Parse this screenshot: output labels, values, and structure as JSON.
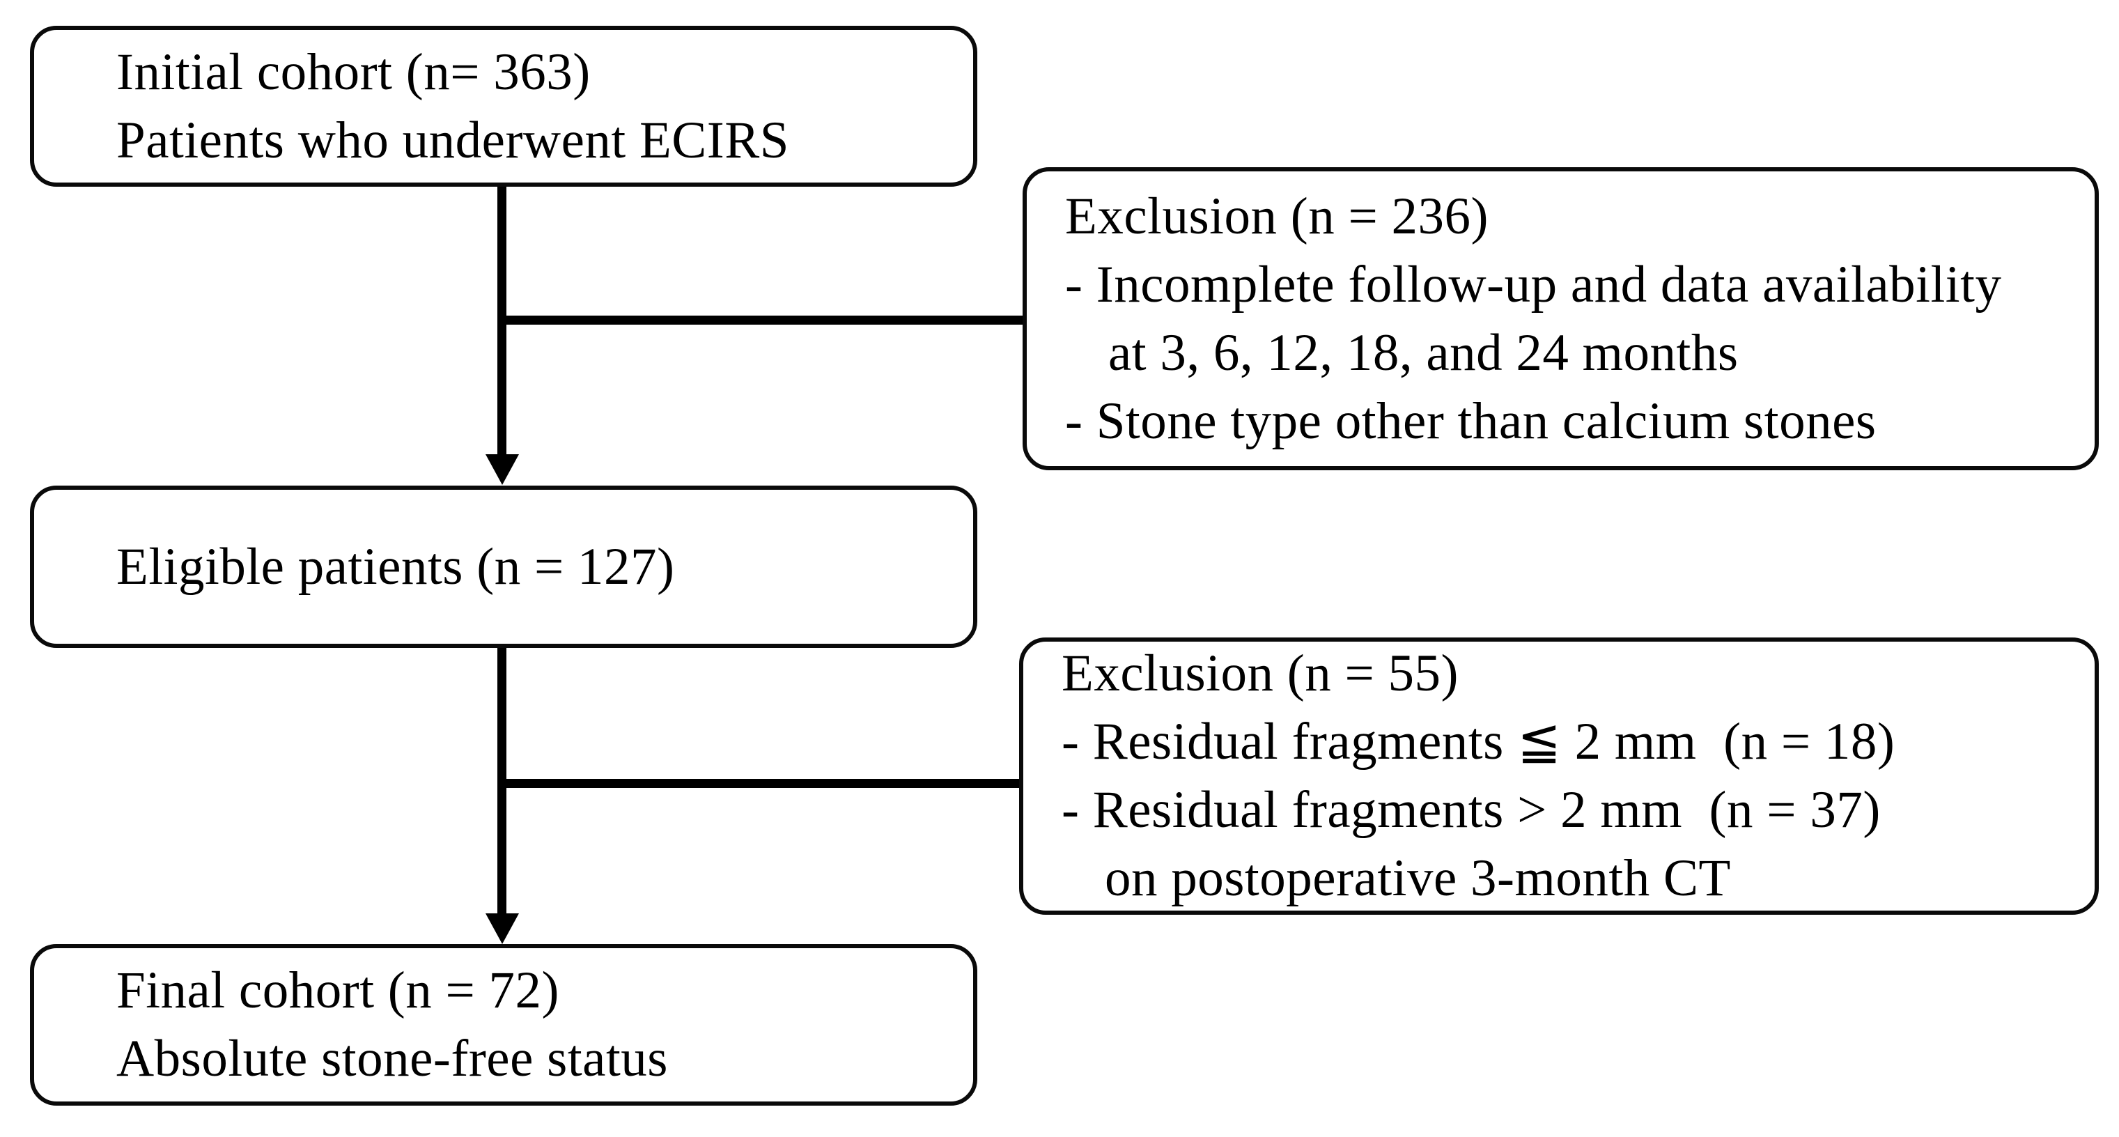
{
  "diagram": {
    "type": "flowchart",
    "colors": {
      "background": "#ffffff",
      "line": "#000000",
      "text": "#000000",
      "box_border": "#0a0a0a"
    },
    "boxes": {
      "initial": {
        "line1": "Initial cohort (n= 363)",
        "line2": "Patients who underwent ECIRS"
      },
      "exclusion1": {
        "title": "Exclusion (n = 236)",
        "item1": "- Incomplete follow-up and data availability",
        "item1_cont": "at 3, 6, 12, 18, and 24 months",
        "item2": "- Stone type other than calcium stones"
      },
      "eligible": {
        "line1": "Eligible patients (n = 127)"
      },
      "exclusion2": {
        "title": "Exclusion (n = 55)",
        "item1": "- Residual fragments ≦ 2 mm  (n = 18)",
        "item2": "- Residual fragments > 2 mm  (n = 37)",
        "item2_cont": "on postoperative 3-month CT"
      },
      "final": {
        "line1": "Final cohort (n = 72)",
        "line2": "Absolute stone-free status"
      }
    }
  }
}
